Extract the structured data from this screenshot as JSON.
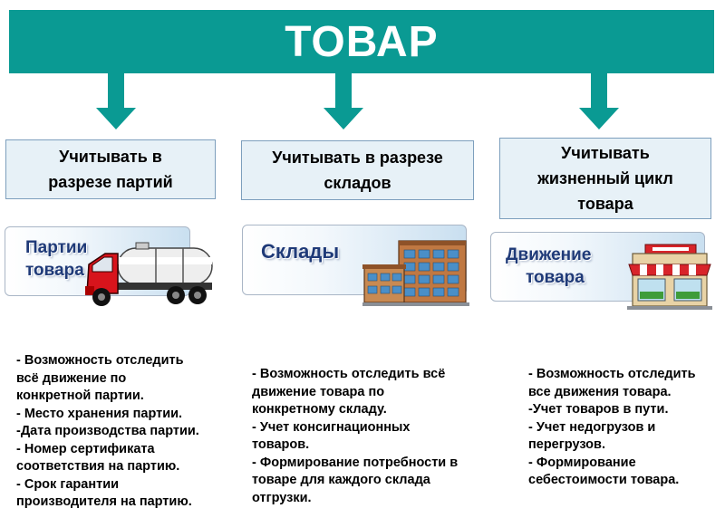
{
  "header": {
    "title": "ТОВАР",
    "color": "#0a9a93"
  },
  "columns": [
    {
      "topic": [
        "Учитывать в",
        "разрезе партий"
      ],
      "card_label": [
        "Партии",
        "товара"
      ],
      "card_icon": "tank-truck-icon",
      "features": [
        "- Возможность отследить",
        "всё движение по",
        "конкретной партии.",
        "- Место хранения партии.",
        "-Дата производства партии.",
        "- Номер сертификата",
        "соответствия на партию.",
        "- Срок гарантии",
        "производителя на партию."
      ]
    },
    {
      "topic": [
        "Учитывать в разрезе",
        "складов"
      ],
      "card_label": [
        "Склады"
      ],
      "card_icon": "warehouse-building-icon",
      "features": [
        "- Возможность отследить всё",
        "движение товара по",
        "конкретному складу.",
        "- Учет консигнационных",
        "товаров.",
        "- Формирование потребности в",
        "товаре для каждого склада",
        "отгрузки."
      ]
    },
    {
      "topic": [
        "Учитывать",
        "жизненный цикл",
        "товара"
      ],
      "card_label": [
        "Движение",
        "товара"
      ],
      "card_icon": "shop-icon",
      "features": [
        "- Возможность отследить",
        "все движения товара.",
        "-Учет товаров в пути.",
        "- Учет недогрузов и",
        "перегрузов.",
        "- Формирование",
        "себестоимости товара."
      ]
    }
  ]
}
